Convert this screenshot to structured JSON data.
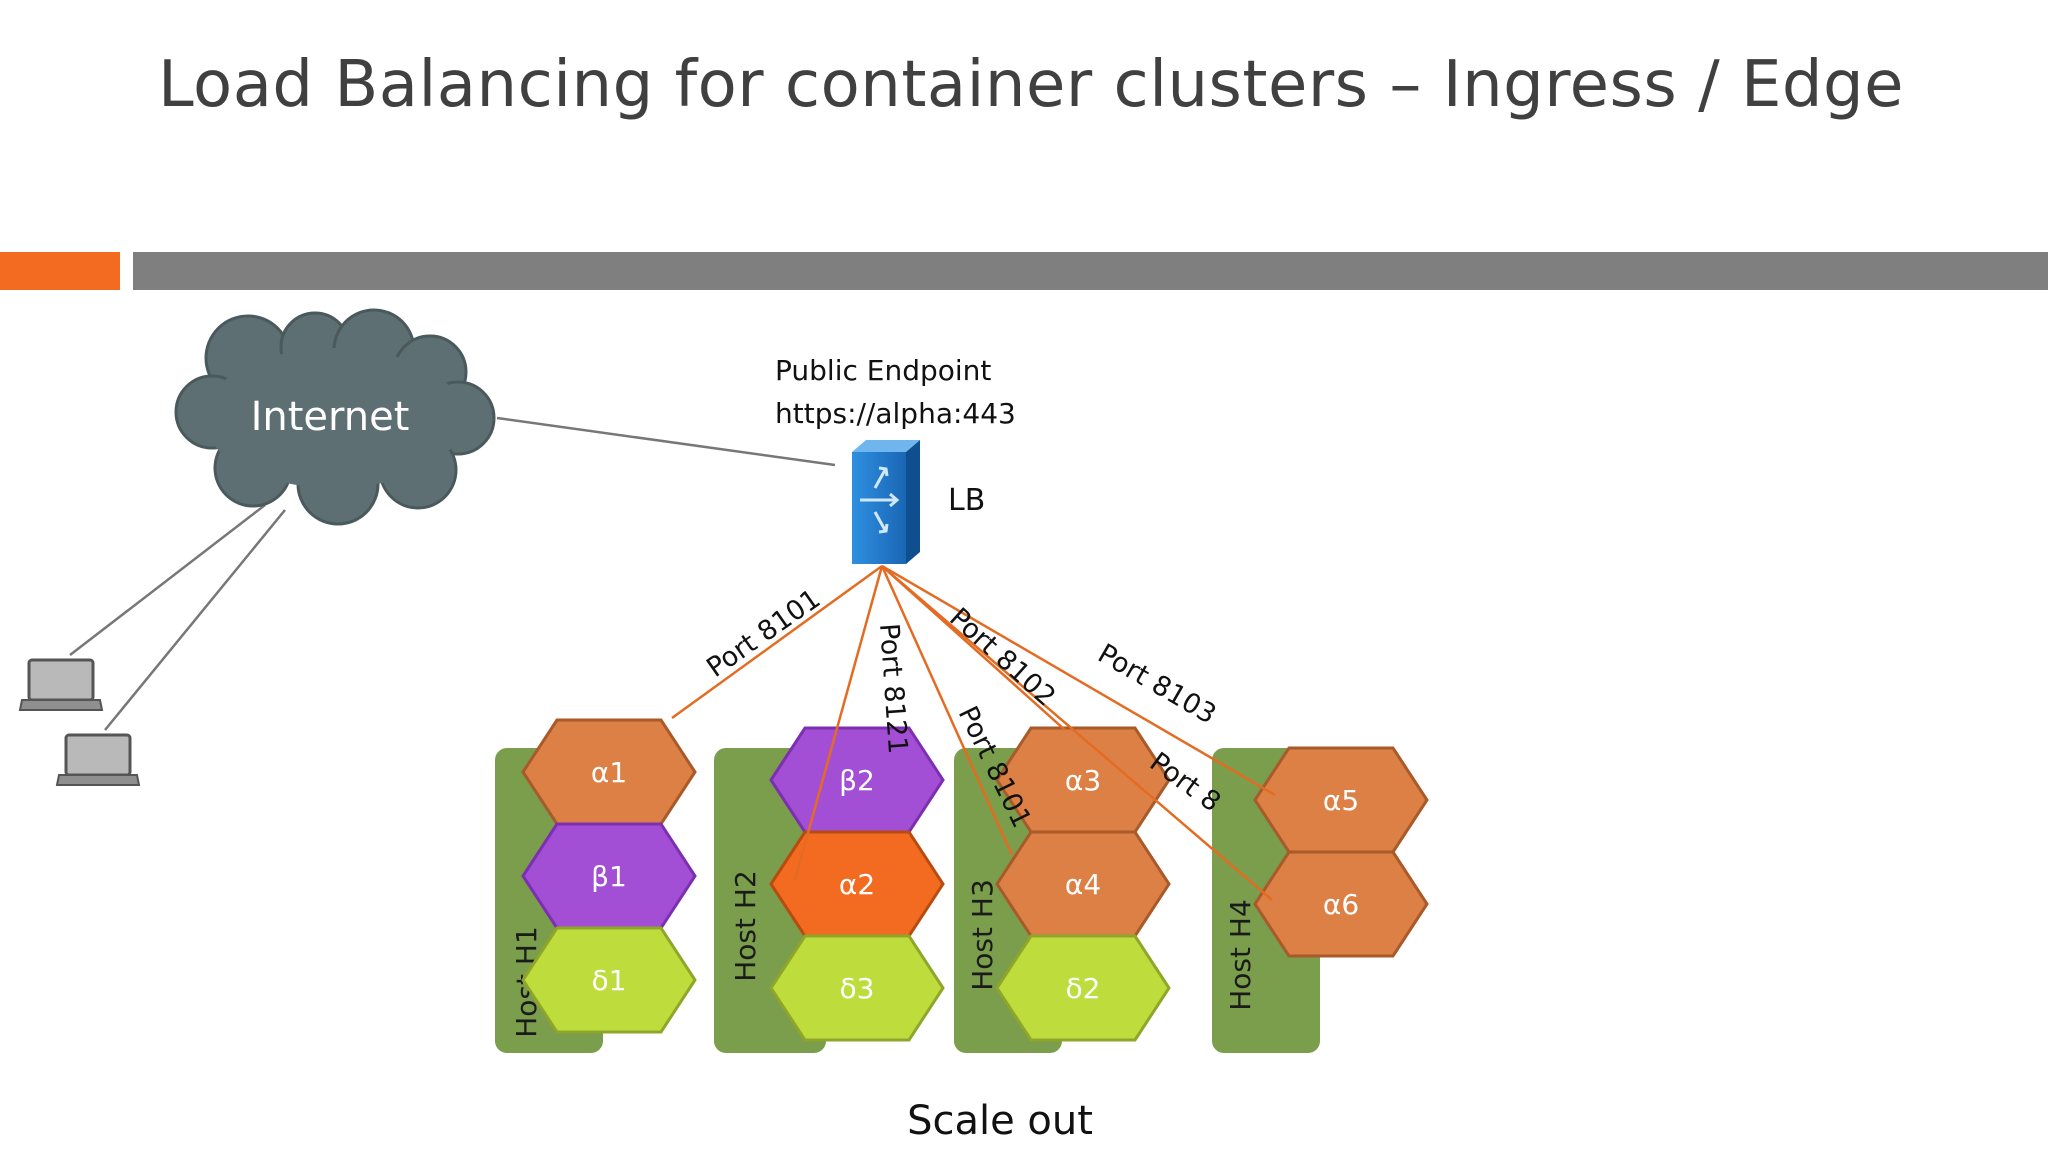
{
  "title": "Load Balancing for container clusters – Ingress / Edge",
  "colors": {
    "accent_orange": "#f26b21",
    "header_bar": "#7f7f7f",
    "cloud": "#5d6f72",
    "host": "#7a9e4b",
    "hex_alpha": "#dd8045",
    "hex_alpha_active": "#f26b21",
    "hex_beta": "#a24fd6",
    "hex_delta": "#bedd3d",
    "lb_blue": "#1c78c8",
    "link_orange": "#e46b22",
    "link_gray": "#777777"
  },
  "diagram": {
    "cloud_label": "Internet",
    "endpoint_title": "Public Endpoint",
    "endpoint_url": "https://alpha:443",
    "lb_label": "LB",
    "footer_label": "Scale out",
    "hosts": [
      {
        "label": "Host H1",
        "containers": [
          "α1",
          "β1",
          "δ1"
        ]
      },
      {
        "label": "Host H2",
        "containers": [
          "β2",
          "α2",
          "δ3"
        ]
      },
      {
        "label": "Host H3",
        "containers": [
          "α3",
          "α4",
          "δ2"
        ]
      },
      {
        "label": "Host H4",
        "containers": [
          "α5",
          "α6"
        ]
      }
    ],
    "port_labels": [
      "Port 8101",
      "Port 8121",
      "Port 8102",
      "Port 8103",
      "Port 8101",
      "Port 8"
    ],
    "icons": [
      "laptop-icon",
      "laptop-icon",
      "switch-icon",
      "cloud-icon"
    ]
  }
}
